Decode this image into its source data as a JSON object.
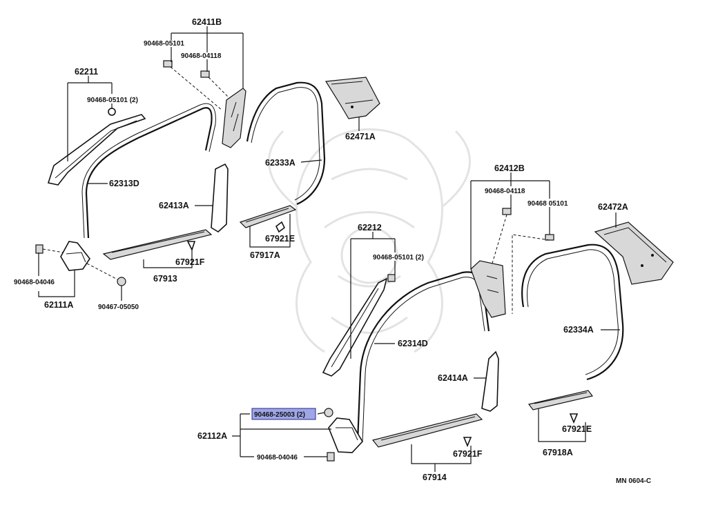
{
  "labels": {
    "l_62411B": "62411B",
    "l_90468_05101_a": "90468-05101",
    "l_90468_04118_a": "90468-04118",
    "l_62211": "62211",
    "l_90468_05101_2a": "90468-05101  (2)",
    "l_62313D": "62313D",
    "l_62333A": "62333A",
    "l_62471A": "62471A",
    "l_62413A": "62413A",
    "l_67921E_a": "67921E",
    "l_67917A": "67917A",
    "l_67921F_a": "67921F",
    "l_67913": "67913",
    "l_90468_04046_a": "90468-04046",
    "l_62111A": "62111A",
    "l_90467_05050": "90467-05050",
    "l_62412B": "62412B",
    "l_90468_04118_b": "90468-04118",
    "l_90468_05101_b": "90468 05101",
    "l_62472A": "62472A",
    "l_62212": "62212",
    "l_90468_05101_2b": "90468-05101 (2)",
    "l_62314D": "62314D",
    "l_62334A": "62334A",
    "l_62414A": "62414A",
    "l_90468_25003": "90468-25003  (2)",
    "l_62112A": "62112A",
    "l_90468_04046_b": "90468-04046",
    "l_67921F_b": "67921F",
    "l_67914": "67914",
    "l_67921E_b": "67921E",
    "l_67918A": "67918A",
    "l_code": "MN  0604-C"
  },
  "highlight_color": "#9ea6e6"
}
